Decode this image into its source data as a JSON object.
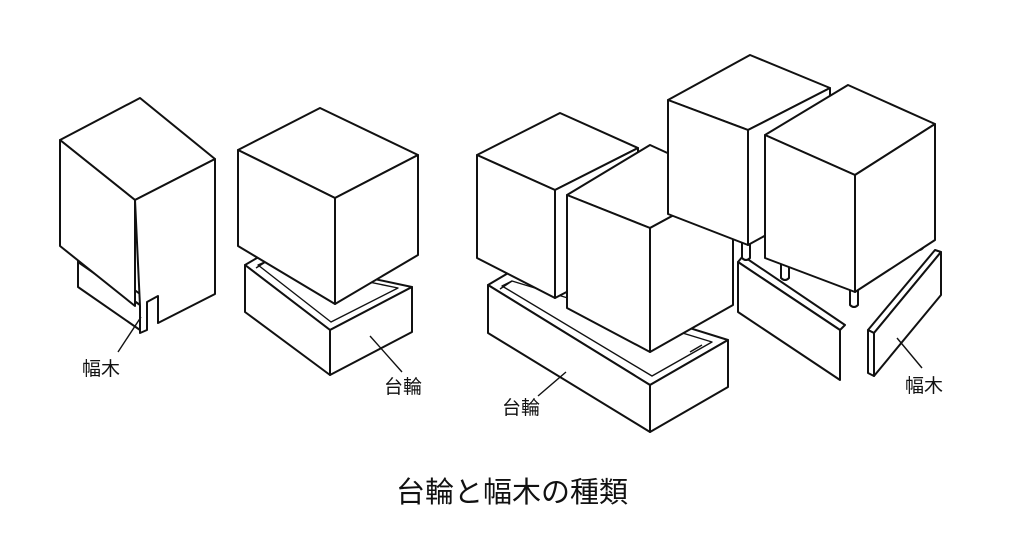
{
  "labels": {
    "habaki_left": "幅木",
    "daiwa_left": "台輪",
    "daiwa_right": "台輪",
    "habaki_right": "幅木"
  },
  "caption": "台輪と幅木の種類"
}
